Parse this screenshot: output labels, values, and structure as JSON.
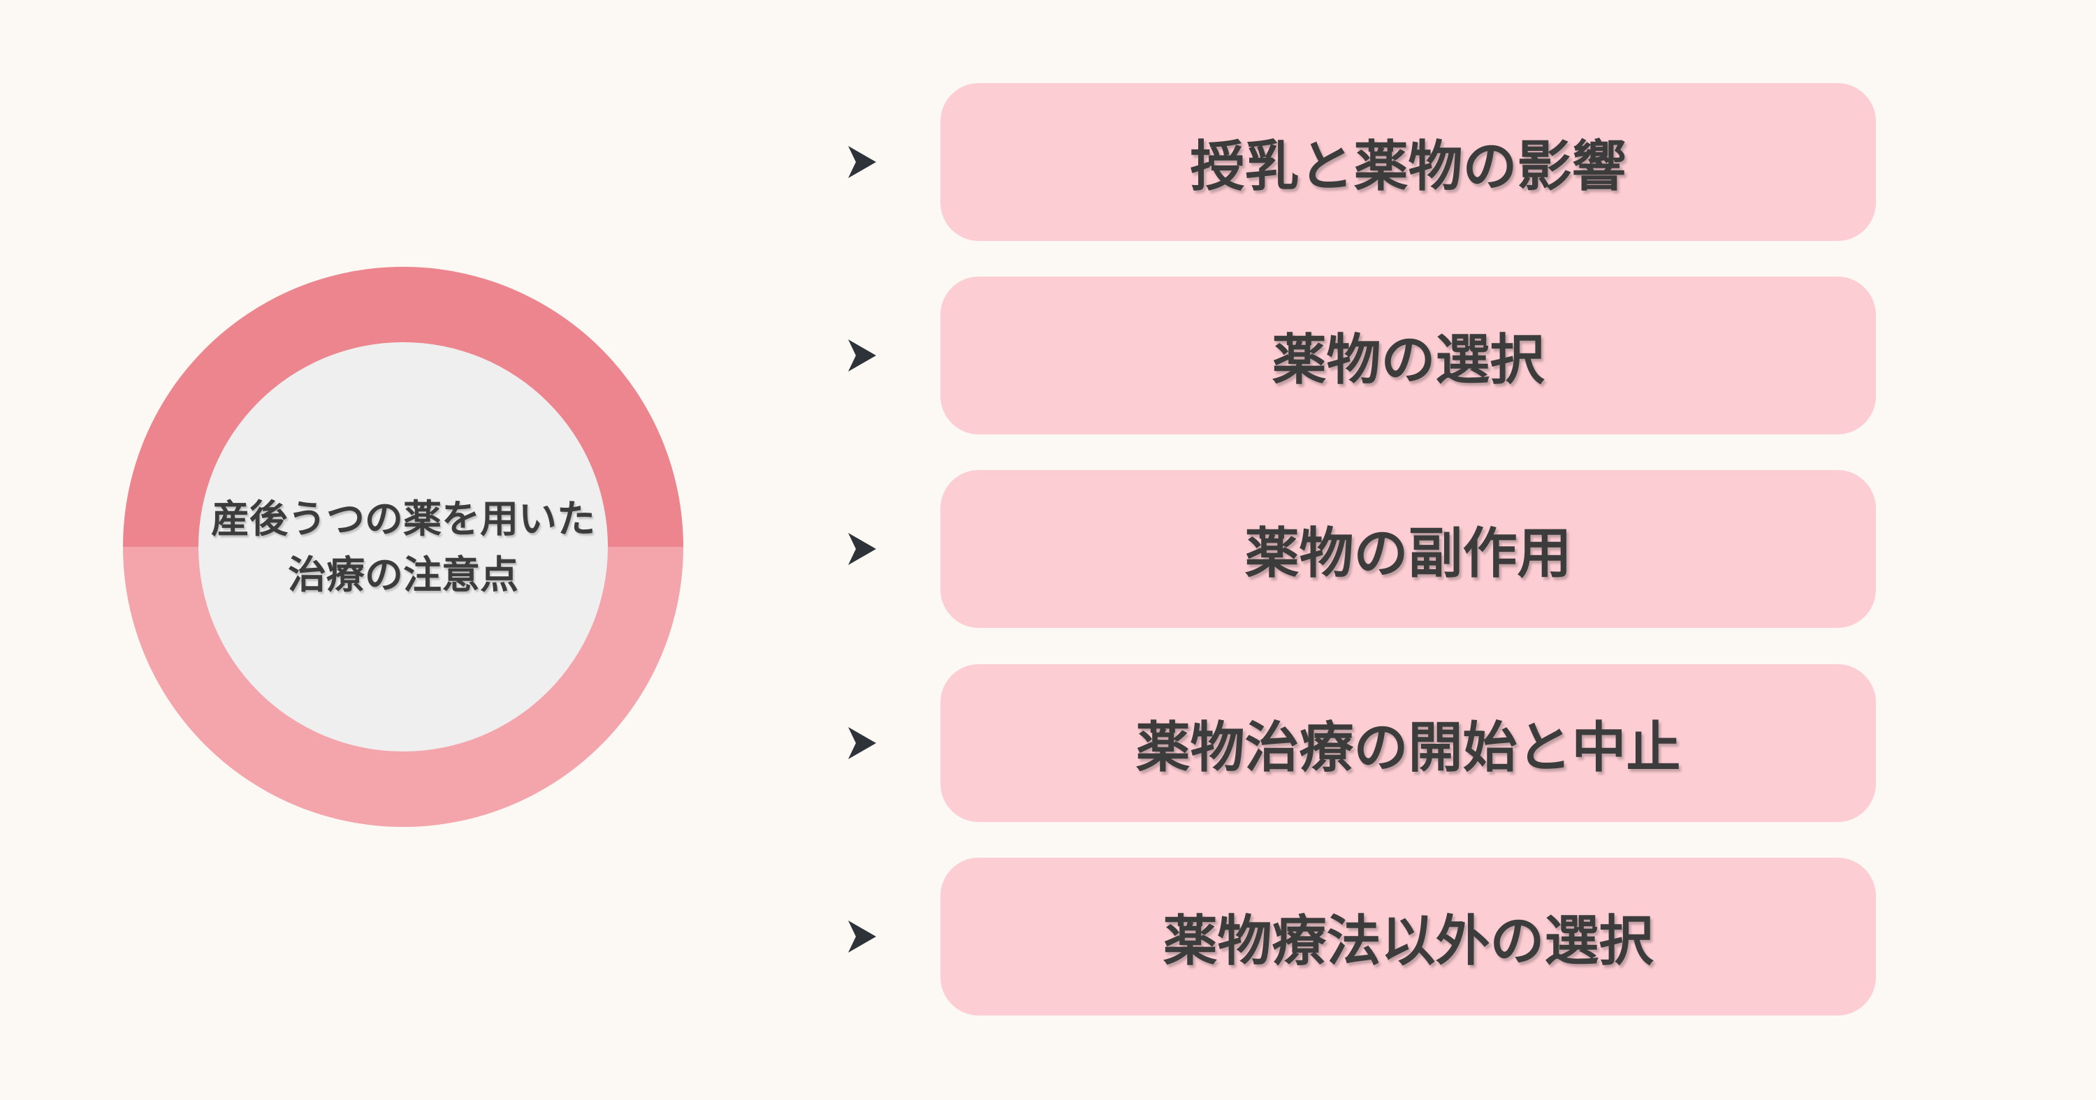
{
  "style": {
    "bg_color": "#FCF8F3",
    "pill_color": "#FCCDD3",
    "ring_top_color": "#EC858E",
    "ring_bottom_color": "#F3A5AB",
    "inner_circle_color": "#F0EFF0",
    "text_color": "#3C3C3C",
    "arrow_color": "#2D3338"
  },
  "hub": {
    "label_line1": "産後うつの薬を用いた",
    "label_line2": "治療の注意点"
  },
  "items": [
    {
      "label": "授乳と薬物の影響"
    },
    {
      "label": "薬物の選択"
    },
    {
      "label": "薬物の副作用"
    },
    {
      "label": "薬物治療の開始と中止"
    },
    {
      "label": "薬物療法以外の選択"
    }
  ]
}
